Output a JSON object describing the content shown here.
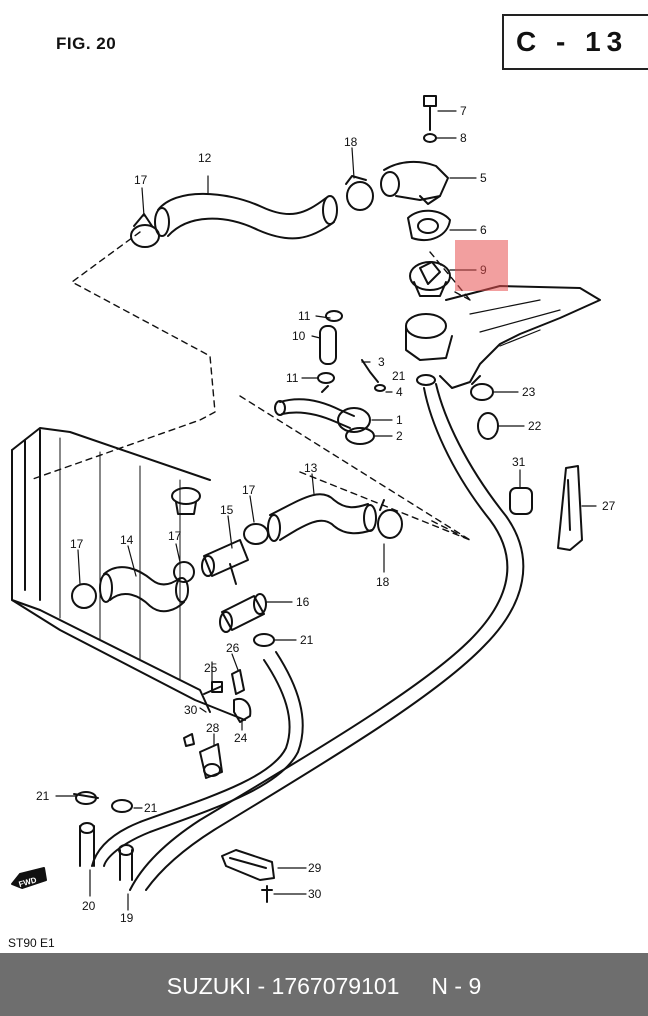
{
  "figure": {
    "title": "FIG. 20",
    "code": "C - 13",
    "ref": "ST90 E1",
    "fwd_label": "FWD"
  },
  "labels": [
    {
      "id": "l7",
      "text": "7"
    },
    {
      "id": "l8",
      "text": "8"
    },
    {
      "id": "l5",
      "text": "5"
    },
    {
      "id": "l6",
      "text": "6"
    },
    {
      "id": "l9",
      "text": "9"
    },
    {
      "id": "l12",
      "text": "12"
    },
    {
      "id": "l17a",
      "text": "17"
    },
    {
      "id": "l18a",
      "text": "18"
    },
    {
      "id": "l11a",
      "text": "11"
    },
    {
      "id": "l10",
      "text": "10"
    },
    {
      "id": "l3",
      "text": "3"
    },
    {
      "id": "l11b",
      "text": "11"
    },
    {
      "id": "l4",
      "text": "4"
    },
    {
      "id": "l21a",
      "text": "21"
    },
    {
      "id": "l1",
      "text": "1"
    },
    {
      "id": "l2",
      "text": "2"
    },
    {
      "id": "l23",
      "text": "23"
    },
    {
      "id": "l22",
      "text": "22"
    },
    {
      "id": "l31",
      "text": "31"
    },
    {
      "id": "l27",
      "text": "27"
    },
    {
      "id": "l13",
      "text": "13"
    },
    {
      "id": "l17b",
      "text": "17"
    },
    {
      "id": "l15",
      "text": "15"
    },
    {
      "id": "l18b",
      "text": "18"
    },
    {
      "id": "l17c",
      "text": "17"
    },
    {
      "id": "l14",
      "text": "14"
    },
    {
      "id": "l17d",
      "text": "17"
    },
    {
      "id": "l16",
      "text": "16"
    },
    {
      "id": "l21b",
      "text": "21"
    },
    {
      "id": "l25",
      "text": "25"
    },
    {
      "id": "l26",
      "text": "26"
    },
    {
      "id": "l30a",
      "text": "30"
    },
    {
      "id": "l28",
      "text": "28"
    },
    {
      "id": "l24",
      "text": "24"
    },
    {
      "id": "l21c",
      "text": "21"
    },
    {
      "id": "l21d",
      "text": "21"
    },
    {
      "id": "l20",
      "text": "20"
    },
    {
      "id": "l19",
      "text": "19"
    },
    {
      "id": "l29",
      "text": "29"
    },
    {
      "id": "l30b",
      "text": "30"
    }
  ],
  "highlight": {
    "part": "9",
    "color": "#e85050"
  },
  "footer": {
    "brand": "SUZUKI",
    "part_number": "1767079101",
    "position": "N - 9",
    "text": "SUZUKI - 1767079101     N - 9",
    "background": "#6e6e6e"
  }
}
